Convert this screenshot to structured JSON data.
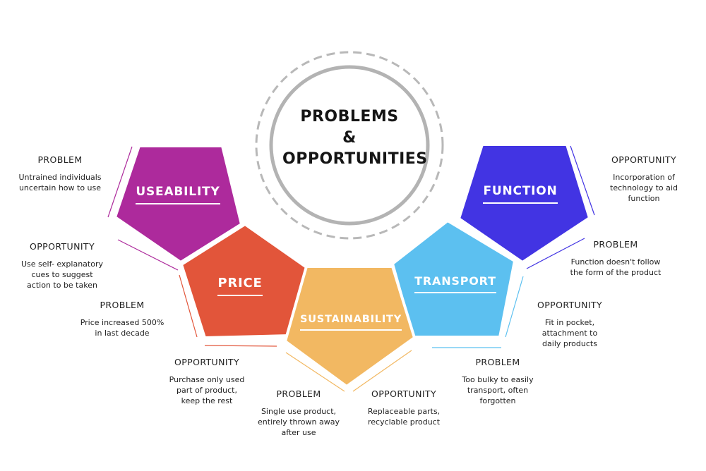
{
  "center": {
    "line1": "PROBLEMS",
    "line2": "&",
    "line3": "OPPORTUNITIES"
  },
  "pentagons": {
    "useability": {
      "label": "USEABILITY",
      "color": "#ad2a9c"
    },
    "price": {
      "label": "PRICE",
      "color": "#e2553a"
    },
    "sustainability": {
      "label": "SUSTAINABILITY",
      "color": "#f2b862"
    },
    "transport": {
      "label": "TRANSPORT",
      "color": "#5cc0f0"
    },
    "function": {
      "label": "FUNCTION",
      "color": "#4234e3"
    }
  },
  "notes": {
    "useability_problem": {
      "head": "PROBLEM",
      "body": [
        "Untrained individuals",
        "uncertain how to use"
      ]
    },
    "useability_opportunity": {
      "head": "OPPORTUNITY",
      "body": [
        "Use self- explanatory",
        "cues to suggest",
        "action to be taken"
      ]
    },
    "price_problem": {
      "head": "PROBLEM",
      "body": [
        "Price increased 500%",
        "in last decade"
      ]
    },
    "price_opportunity": {
      "head": "OPPORTUNITY",
      "body": [
        "Purchase only used",
        "part of product,",
        "keep the rest"
      ]
    },
    "sustainability_problem": {
      "head": "PROBLEM",
      "body": [
        "Single use product,",
        "entirely thrown away",
        "after use"
      ]
    },
    "sustainability_opportunity": {
      "head": "OPPORTUNITY",
      "body": [
        "Replaceable parts,",
        "recyclable product"
      ]
    },
    "transport_problem": {
      "head": "PROBLEM",
      "body": [
        "Too bulky to easily",
        "transport, often",
        "forgotten"
      ]
    },
    "transport_opportunity": {
      "head": "OPPORTUNITY",
      "body": [
        "Fit in pocket,",
        "attachment to",
        "daily products"
      ]
    },
    "function_problem": {
      "head": "PROBLEM",
      "body": [
        "Function doesn't follow",
        "the form of the product"
      ]
    },
    "function_opportunity": {
      "head": "OPPORTUNITY",
      "body": [
        "Incorporation of",
        "technology to aid",
        "function"
      ]
    }
  }
}
